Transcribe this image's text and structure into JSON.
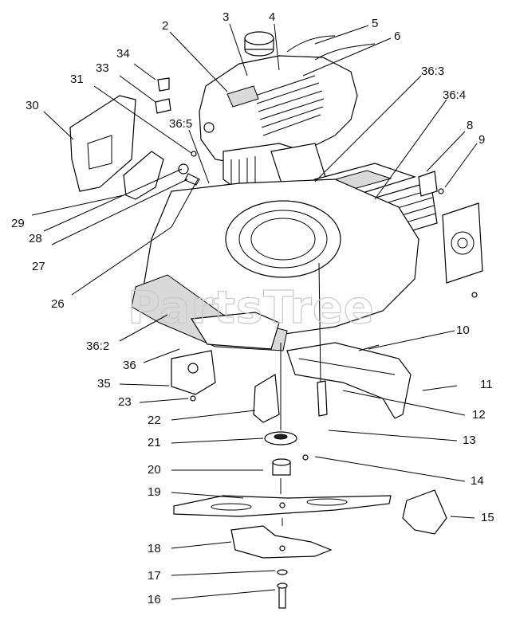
{
  "watermark": "PartsTree",
  "callouts": {
    "c2": "2",
    "c3": "3",
    "c4": "4",
    "c5": "5",
    "c6": "6",
    "c36_3": "36:3",
    "c36_4": "36:4",
    "c8": "8",
    "c9": "9",
    "c34": "34",
    "c33": "33",
    "c31": "31",
    "c30": "30",
    "c36_5": "36:5",
    "c29": "29",
    "c28": "28",
    "c27": "27",
    "c26": "26",
    "c36_2": "36:2",
    "c36": "36",
    "c10": "10",
    "c11": "11",
    "c35": "35",
    "c23": "23",
    "c12": "12",
    "c22": "22",
    "c13": "13",
    "c21": "21",
    "c14": "14",
    "c20": "20",
    "c19": "19",
    "c15": "15",
    "c18": "18",
    "c17": "17",
    "c16": "16"
  }
}
